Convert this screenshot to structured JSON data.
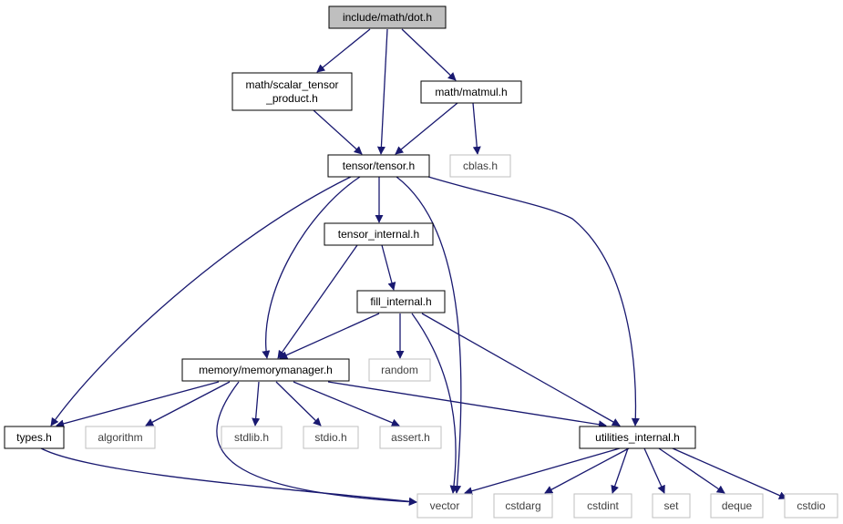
{
  "graph": {
    "colors": {
      "edge": "#191970",
      "root_fill": "#bfbfbf",
      "node_border": "#000000",
      "external_border": "#bfbfbf",
      "external_text": "#404040",
      "text": "#000000"
    },
    "nodes": [
      {
        "id": "dot_h",
        "lines": [
          "include/math/dot.h"
        ],
        "kind": "root"
      },
      {
        "id": "scalar_tensor_product_h",
        "lines": [
          "math/scalar_tensor",
          "_product.h"
        ],
        "kind": "internal"
      },
      {
        "id": "matmul_h",
        "lines": [
          "math/matmul.h"
        ],
        "kind": "internal"
      },
      {
        "id": "tensor_h",
        "lines": [
          "tensor/tensor.h"
        ],
        "kind": "internal"
      },
      {
        "id": "cblas_h",
        "lines": [
          "cblas.h"
        ],
        "kind": "external"
      },
      {
        "id": "tensor_internal_h",
        "lines": [
          "tensor_internal.h"
        ],
        "kind": "internal"
      },
      {
        "id": "fill_internal_h",
        "lines": [
          "fill_internal.h"
        ],
        "kind": "internal"
      },
      {
        "id": "memorymanager_h",
        "lines": [
          "memory/memorymanager.h"
        ],
        "kind": "internal"
      },
      {
        "id": "random",
        "lines": [
          "random"
        ],
        "kind": "external"
      },
      {
        "id": "types_h",
        "lines": [
          "types.h"
        ],
        "kind": "internal"
      },
      {
        "id": "algorithm",
        "lines": [
          "algorithm"
        ],
        "kind": "external"
      },
      {
        "id": "stdlib_h",
        "lines": [
          "stdlib.h"
        ],
        "kind": "external"
      },
      {
        "id": "stdio_h",
        "lines": [
          "stdio.h"
        ],
        "kind": "external"
      },
      {
        "id": "assert_h",
        "lines": [
          "assert.h"
        ],
        "kind": "external"
      },
      {
        "id": "utilities_internal_h",
        "lines": [
          "utilities_internal.h"
        ],
        "kind": "internal"
      },
      {
        "id": "vector",
        "lines": [
          "vector"
        ],
        "kind": "external"
      },
      {
        "id": "cstdarg",
        "lines": [
          "cstdarg"
        ],
        "kind": "external"
      },
      {
        "id": "cstdint",
        "lines": [
          "cstdint"
        ],
        "kind": "external"
      },
      {
        "id": "set",
        "lines": [
          "set"
        ],
        "kind": "external"
      },
      {
        "id": "deque",
        "lines": [
          "deque"
        ],
        "kind": "external"
      },
      {
        "id": "cstdio",
        "lines": [
          "cstdio"
        ],
        "kind": "external"
      }
    ],
    "edges": [
      {
        "from": "dot_h",
        "to": "scalar_tensor_product_h"
      },
      {
        "from": "dot_h",
        "to": "tensor_h"
      },
      {
        "from": "dot_h",
        "to": "matmul_h"
      },
      {
        "from": "scalar_tensor_product_h",
        "to": "tensor_h"
      },
      {
        "from": "matmul_h",
        "to": "tensor_h"
      },
      {
        "from": "matmul_h",
        "to": "cblas_h"
      },
      {
        "from": "tensor_h",
        "to": "tensor_internal_h"
      },
      {
        "from": "tensor_h",
        "to": "memorymanager_h"
      },
      {
        "from": "tensor_h",
        "to": "types_h"
      },
      {
        "from": "tensor_h",
        "to": "vector"
      },
      {
        "from": "tensor_h",
        "to": "utilities_internal_h"
      },
      {
        "from": "tensor_internal_h",
        "to": "fill_internal_h"
      },
      {
        "from": "tensor_internal_h",
        "to": "memorymanager_h"
      },
      {
        "from": "fill_internal_h",
        "to": "memorymanager_h"
      },
      {
        "from": "fill_internal_h",
        "to": "random"
      },
      {
        "from": "fill_internal_h",
        "to": "vector"
      },
      {
        "from": "fill_internal_h",
        "to": "utilities_internal_h"
      },
      {
        "from": "memorymanager_h",
        "to": "types_h"
      },
      {
        "from": "memorymanager_h",
        "to": "algorithm"
      },
      {
        "from": "memorymanager_h",
        "to": "stdlib_h"
      },
      {
        "from": "memorymanager_h",
        "to": "stdio_h"
      },
      {
        "from": "memorymanager_h",
        "to": "assert_h"
      },
      {
        "from": "memorymanager_h",
        "to": "utilities_internal_h"
      },
      {
        "from": "memorymanager_h",
        "to": "vector"
      },
      {
        "from": "types_h",
        "to": "vector"
      },
      {
        "from": "utilities_internal_h",
        "to": "vector"
      },
      {
        "from": "utilities_internal_h",
        "to": "cstdarg"
      },
      {
        "from": "utilities_internal_h",
        "to": "cstdint"
      },
      {
        "from": "utilities_internal_h",
        "to": "set"
      },
      {
        "from": "utilities_internal_h",
        "to": "deque"
      },
      {
        "from": "utilities_internal_h",
        "to": "cstdio"
      }
    ]
  }
}
